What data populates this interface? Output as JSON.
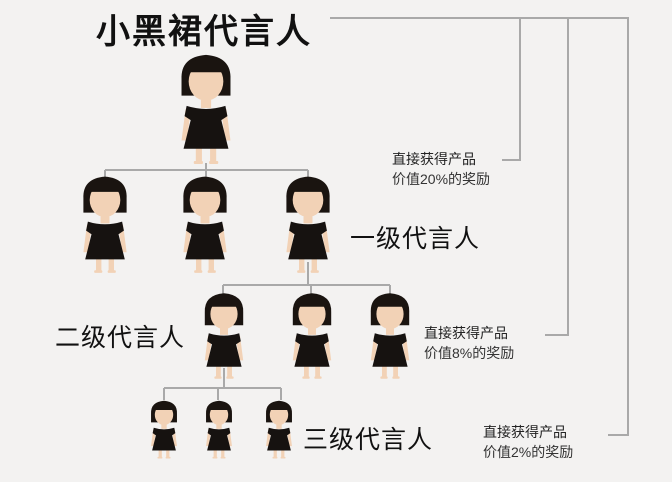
{
  "title": "小黑裙代言人",
  "levels": {
    "level1": "一级代言人",
    "level2": "二级代言人",
    "level3": "三级代言人"
  },
  "rewards": [
    {
      "line1": "直接获得产品",
      "line2": "价值20%的奖励"
    },
    {
      "line1": "直接获得产品",
      "line2": "价值8%的奖励"
    },
    {
      "line1": "直接获得产品",
      "line2": "价值2%的奖励"
    }
  ],
  "colors": {
    "background": "#f3f2f1",
    "hair": "#1a1410",
    "dress": "#161210",
    "skin": "#f2d2b6",
    "line": "#a9a9a9"
  }
}
